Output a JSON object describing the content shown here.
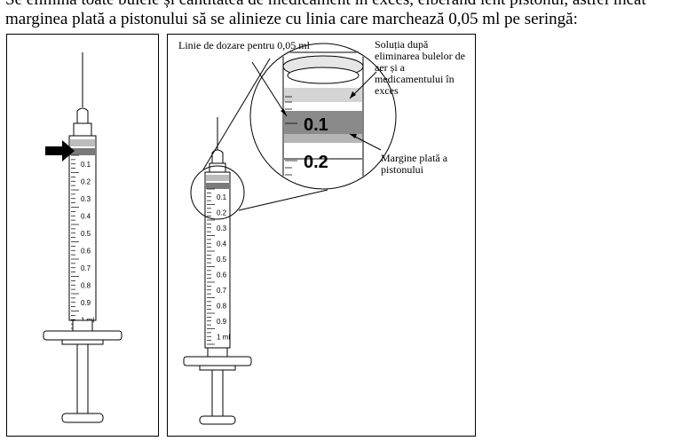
{
  "instruction": {
    "line1": "Se elimină toate bulele și cantitatea de medicament în exces, elberând lent pistonul, astfel încât",
    "line2": "marginea plată a pistonului să se alinieze cu linia care marchează 0,05 ml pe seringă:"
  },
  "figure_left": {
    "scale_labels": [
      "0.1",
      "0.2",
      "0.3",
      "0.4",
      "0.5",
      "0.6",
      "0.7",
      "0.8",
      "0.9",
      "1 ml"
    ]
  },
  "figure_right": {
    "scale_labels": [
      "0.1",
      "0.2",
      "0.3",
      "0.4",
      "0.5",
      "0.6",
      "0.7",
      "0.8",
      "0.9",
      "1 ml"
    ],
    "zoom_labels": [
      "0.1",
      "0.2"
    ],
    "annotations": {
      "dose_line": "Linie de dozare pentru 0,05 ml",
      "solution": "Soluția după eliminarea bulelor de aer și a medicamentului în exces",
      "plunger_edge": "Margine plată a pistonului"
    }
  }
}
